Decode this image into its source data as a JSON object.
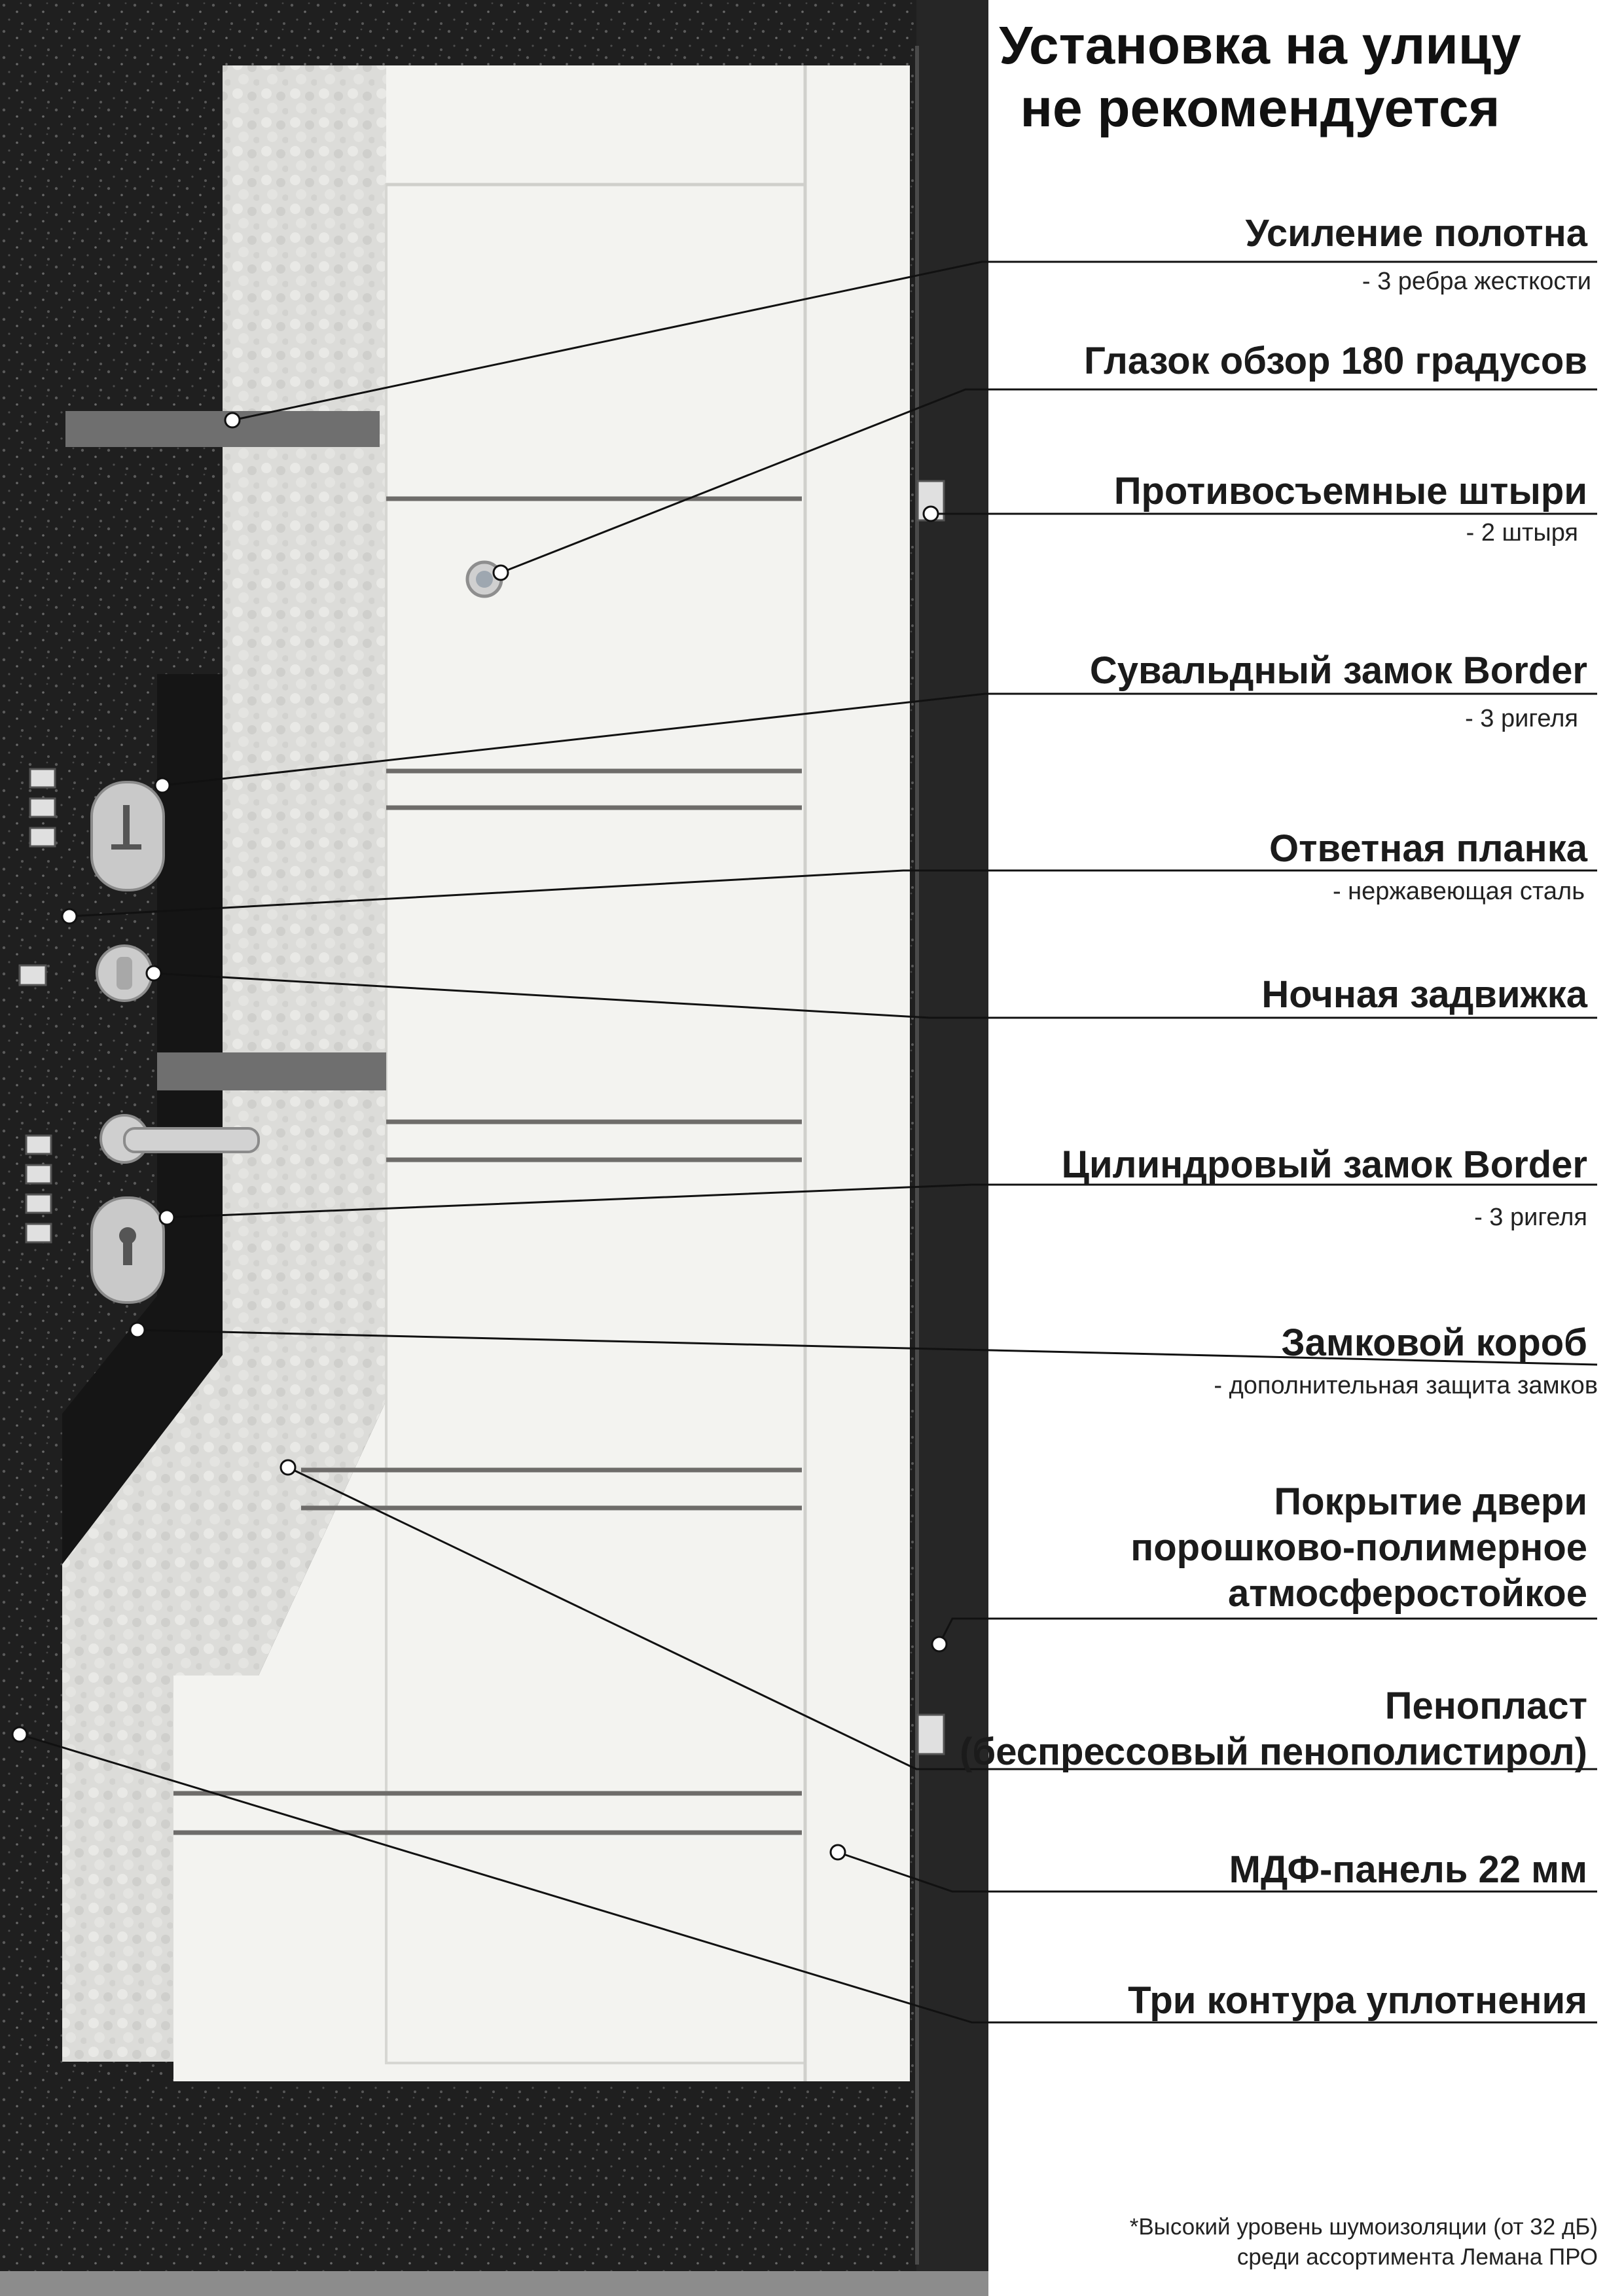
{
  "heading": {
    "line1": "Установка на улицу",
    "line2": "не рекомендуется"
  },
  "colors": {
    "frame": "#1f1f1f",
    "panel": "#f2f2ef",
    "insert": "#d9d9d6",
    "trim": "#6e6c6a",
    "metal": "#c9c9c9",
    "leader": "#111111"
  },
  "features": [
    {
      "title": "Усиление полотна",
      "note": "- 3 ребра жесткости"
    },
    {
      "title": "Глазок обзор 180 градусов",
      "note": ""
    },
    {
      "title": "Противосъемные штыри",
      "note": "- 2 штыря"
    },
    {
      "title": "Сувальдный замок Border",
      "note": "- 3 ригеля"
    },
    {
      "title": "Ответная планка",
      "note": "- нержавеющая сталь"
    },
    {
      "title": "Ночная задвижка",
      "note": ""
    },
    {
      "title": "Цилиндровый замок Border",
      "note": "- 3 ригеля"
    },
    {
      "title": "Замковой короб",
      "note": "- дополнительная защита замков"
    },
    {
      "title_lines": [
        "Покрытие двери",
        "порошково-полимерное",
        "атмосферостойкое"
      ]
    },
    {
      "title_lines": [
        "Пенопласт",
        "(беспрессовый пенополистирол)"
      ]
    },
    {
      "title": "МДФ-панель 22 мм",
      "note": ""
    },
    {
      "title": "Три контура уплотнения",
      "note": ""
    }
  ],
  "footnote": {
    "line1": "*Высокий уровень шумоизоляции (от 32 дБ)",
    "line2": "среди ассортимента Лемана ПРО"
  }
}
